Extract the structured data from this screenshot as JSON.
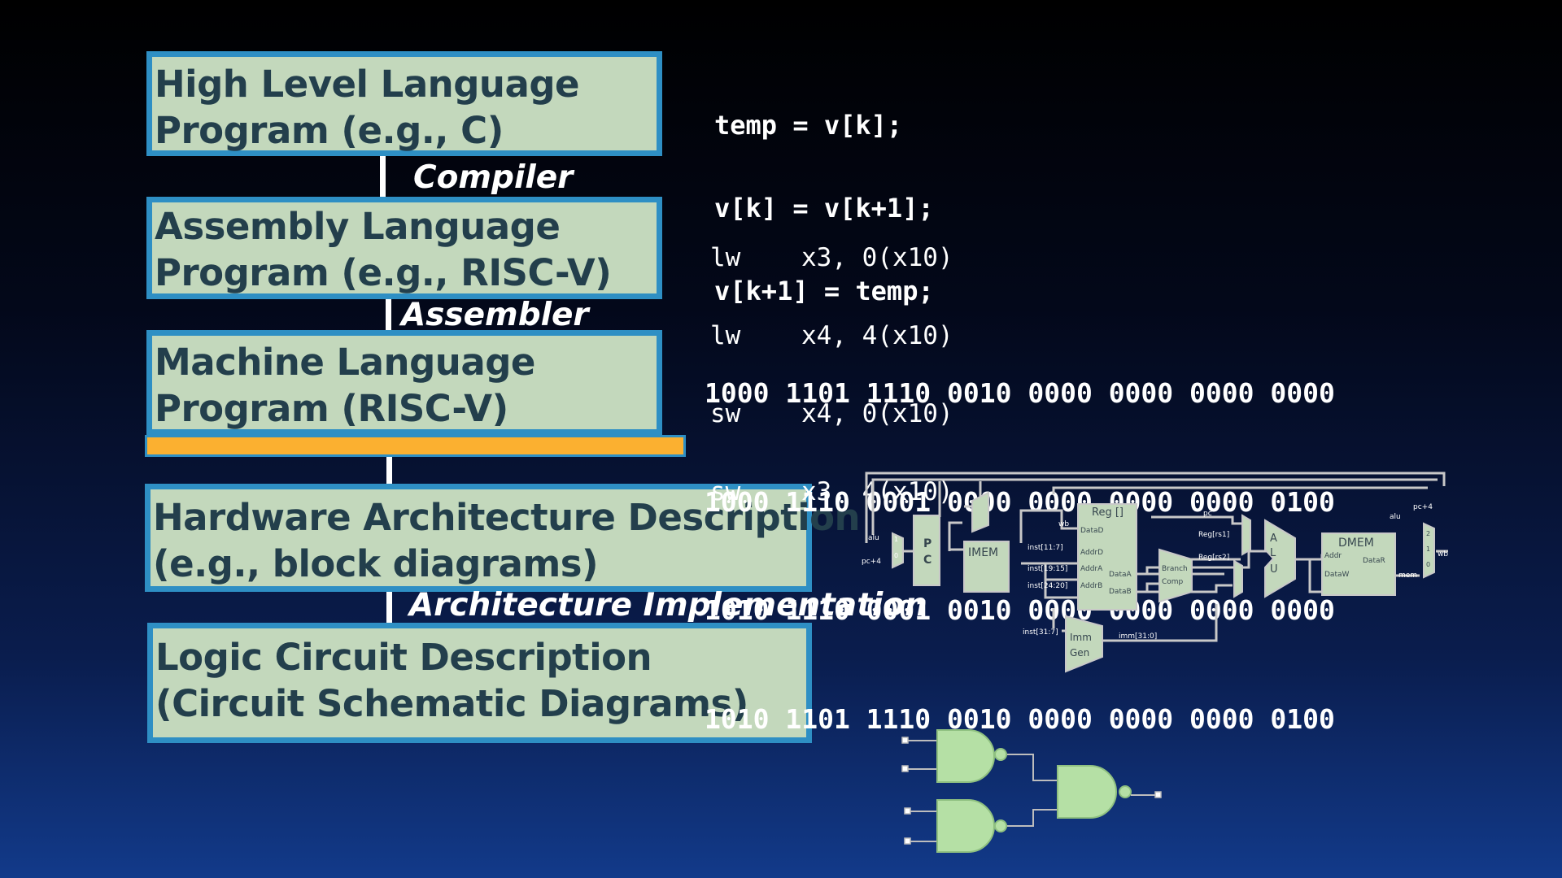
{
  "levels": {
    "high_level": [
      "High Level Language",
      "Program (e.g., C)"
    ],
    "assembly": [
      "Assembly  Language",
      "Program (e.g., RISC-V)"
    ],
    "machine": [
      "Machine  Language",
      "Program (RISC-V)"
    ],
    "hardware": [
      "Hardware Architecture Description",
      "(e.g., block diagrams)"
    ],
    "logic": [
      "Logic Circuit Description",
      "(Circuit Schematic Diagrams)"
    ]
  },
  "connectors": {
    "compiler": "Compiler",
    "assembler": "Assembler",
    "architecture": "Architecture Implementation"
  },
  "c_code": [
    "temp = v[k];",
    "v[k] = v[k+1];",
    "v[k+1] = temp;"
  ],
  "assembly_code": [
    "lw    x3, 0(x10)",
    "lw    x4, 4(x10)",
    "sw    x4, 0(x10)",
    "sw    x3, 4(x10)"
  ],
  "machine_code": [
    "1000 1101 1110 0010 0000 0000 0000 0000",
    "1000 1110 0001 0000 0000 0000 0000 0100",
    "1010 1110 0001 0010 0000 0000 0000 0000",
    "1010 1101 1110 0010 0000 0000 0000 0100"
  ],
  "datapath_labels": {
    "pc": "P\nC",
    "pc_mux_1": "1",
    "pc_mux_0": "0",
    "alu_in": "alu",
    "pc4_in": "pc+4",
    "imem": "IMEM",
    "reg": "Reg []",
    "wb": "wb",
    "datad": "DataD",
    "addrd": "AddrD",
    "addra": "AddrA",
    "addrb": "AddrB",
    "dataa": "DataA",
    "datab": "DataB",
    "inst_11_7": "inst[11:7]",
    "inst_19_15": "inst[19:15]",
    "inst_24_20": "inst[24:20]",
    "inst_31_7": "inst[31:7]",
    "branch": "Branch",
    "comp": "Comp",
    "imm": "Imm",
    "gen": "Gen",
    "imm_31_0": "imm[31:0]",
    "pc_label": "pc",
    "reg_rs1": "Reg[rs1]",
    "reg_rs2": "Reg[rs2]",
    "alu_a": "A",
    "alu_l": "L",
    "alu_u": "U",
    "dmem": "DMEM",
    "addr": "Addr",
    "dataw": "DataW",
    "datar": "DataR",
    "alu_out": "alu",
    "pc4_out": "pc+4",
    "mem": "mem",
    "wb_out": "wb",
    "mux2": "2",
    "mux1": "1",
    "mux0": "0"
  },
  "colors": {
    "box_fill": "#c3d8bc",
    "box_border": "#2e8fc4",
    "box_text": "#233f4c",
    "highlight_bar": "#fbb030",
    "gate_fill": "#b5e0a5"
  }
}
